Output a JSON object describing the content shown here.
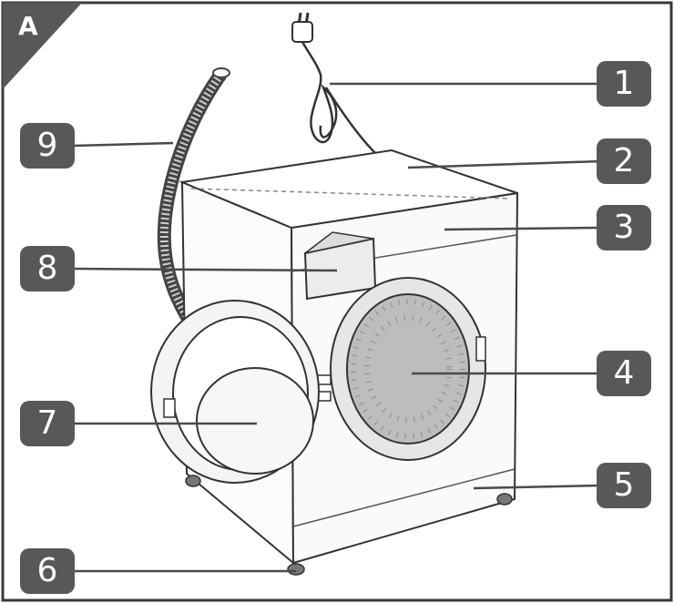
{
  "figure": {
    "corner_letter": "A",
    "callouts": [
      "1",
      "2",
      "3",
      "4",
      "5",
      "6",
      "7",
      "8",
      "9"
    ]
  },
  "colors": {
    "line": "#4a4a4a",
    "callout_fill": "#585858",
    "callout_text": "#ffffff",
    "frame": "#3a3a3a"
  }
}
